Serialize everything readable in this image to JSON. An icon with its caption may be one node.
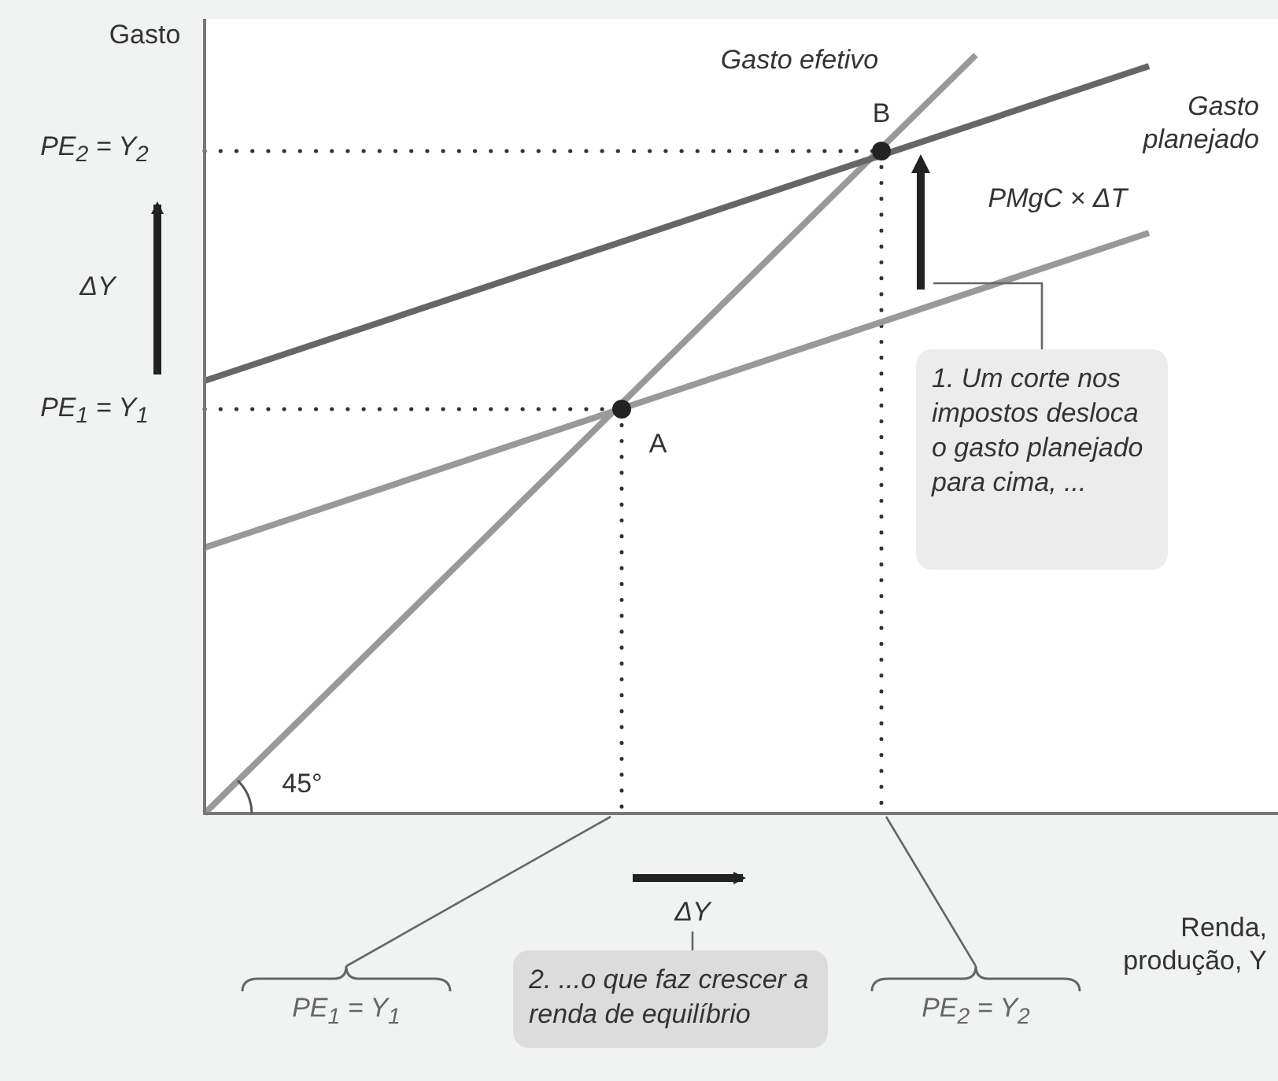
{
  "diagram": {
    "nodes": [
      {
        "text": [
          "1. Um corte nos impostos desloca o gasto planejado para cima, ..."
        ]
      },
      {
        "text": [],
        "shape": "arrow"
      },
      {
        "text": [
          "2. ...o que faz crescer a renda de equilíbrio"
        ]
      },
      {
        "text": [
          "ΔY"
        ]
      },
      {
        "text": [
          "PE$_{1}$ = Y$_{1}$"
        ]
      },
      {
        "text": [
          "PE$_{2}$ = Y$_{2}$"
        ]
      }
    ],
    "edges": [
      {
        "from": 0,
        "to": 1,
        "arrow": "none"
      },
      {
        "from": 2,
        "to": 3,
        "arrow": "none"
      },
      {
        "from": 4,
        "to": null,
        "arrow": "none"
      },
      {
        "from": 5,
        "to": null,
        "arrow": "none"
      }
    ],
    "labels": [
      "Gasto",
      "Gasto efetivo",
      "B",
      "Gasto planejado",
      "PE$_{2}$ = Y$_{2}$",
      "PMgC × ΔT",
      "ΔY",
      "PE$_{1}$ = Y$_{1}$",
      "A",
      "45°",
      "Renda, produção, Y"
    ]
  }
}
